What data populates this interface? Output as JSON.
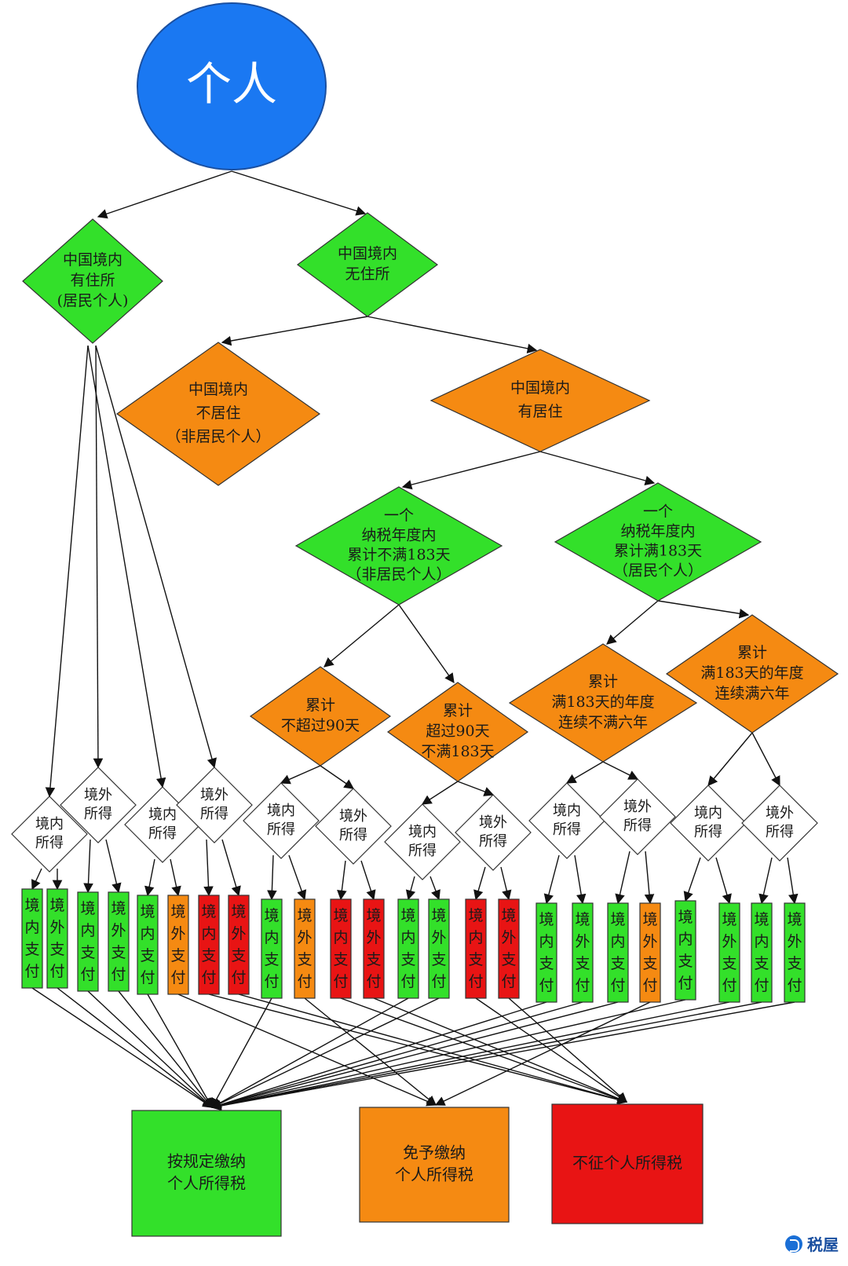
{
  "root": {
    "label": "个人",
    "color": "#1a78f2"
  },
  "colors": {
    "green": "#33e02a",
    "orange": "#f58a12",
    "red": "#e81414",
    "white": "#ffffff"
  },
  "level1": [
    {
      "lines": [
        "中国境内",
        "有住所",
        "(居民个人)"
      ]
    },
    {
      "lines": [
        "中国境内",
        "无住所"
      ]
    }
  ],
  "level2": [
    {
      "lines": [
        "中国境内",
        "不居住",
        "（非居民个人）"
      ]
    },
    {
      "lines": [
        "中国境内",
        "有居住"
      ]
    }
  ],
  "level3": [
    {
      "lines": [
        "一个",
        "纳税年度内",
        "累计不满183天",
        "（非居民个人）"
      ]
    },
    {
      "lines": [
        "一个",
        "纳税年度内",
        "累计满183天",
        "（居民个人）"
      ]
    }
  ],
  "level4": [
    {
      "lines": [
        "累计",
        "不超过90天"
      ]
    },
    {
      "lines": [
        "累计",
        "超过90天",
        "不满183天"
      ]
    },
    {
      "lines": [
        "累计",
        "满183天的年度",
        "连续不满六年"
      ]
    },
    {
      "lines": [
        "累计",
        "满183天的年度",
        "连续满六年"
      ]
    }
  ],
  "income_labels": {
    "domestic": [
      "境内",
      "所得"
    ],
    "foreign": [
      "境外",
      "所得"
    ]
  },
  "income_nodes": [
    "domestic",
    "foreign",
    "domestic",
    "foreign",
    "domestic",
    "foreign",
    "domestic",
    "foreign",
    "domestic",
    "foreign",
    "domestic",
    "foreign"
  ],
  "payment_labels": {
    "domestic": "境内支付",
    "foreign": "境外支付"
  },
  "payments": [
    {
      "kind": "domestic",
      "status": "green"
    },
    {
      "kind": "foreign",
      "status": "green"
    },
    {
      "kind": "domestic",
      "status": "green"
    },
    {
      "kind": "foreign",
      "status": "green"
    },
    {
      "kind": "domestic",
      "status": "green"
    },
    {
      "kind": "foreign",
      "status": "orange"
    },
    {
      "kind": "domestic",
      "status": "red"
    },
    {
      "kind": "foreign",
      "status": "red"
    },
    {
      "kind": "domestic",
      "status": "green"
    },
    {
      "kind": "foreign",
      "status": "orange"
    },
    {
      "kind": "domestic",
      "status": "red"
    },
    {
      "kind": "foreign",
      "status": "red"
    },
    {
      "kind": "domestic",
      "status": "green"
    },
    {
      "kind": "foreign",
      "status": "green"
    },
    {
      "kind": "domestic",
      "status": "red"
    },
    {
      "kind": "foreign",
      "status": "red"
    },
    {
      "kind": "domestic",
      "status": "green"
    },
    {
      "kind": "foreign",
      "status": "green"
    },
    {
      "kind": "domestic",
      "status": "green"
    },
    {
      "kind": "foreign",
      "status": "orange"
    },
    {
      "kind": "domestic",
      "status": "green"
    },
    {
      "kind": "foreign",
      "status": "green"
    },
    {
      "kind": "domestic",
      "status": "green"
    },
    {
      "kind": "foreign",
      "status": "green"
    }
  ],
  "outcomes": [
    {
      "status": "green",
      "lines": [
        "按规定缴纳",
        "个人所得税"
      ]
    },
    {
      "status": "orange",
      "lines": [
        "免予缴纳",
        "个人所得税"
      ]
    },
    {
      "status": "red",
      "lines": [
        "不征个人所得税"
      ]
    }
  ],
  "watermark": "税屋"
}
